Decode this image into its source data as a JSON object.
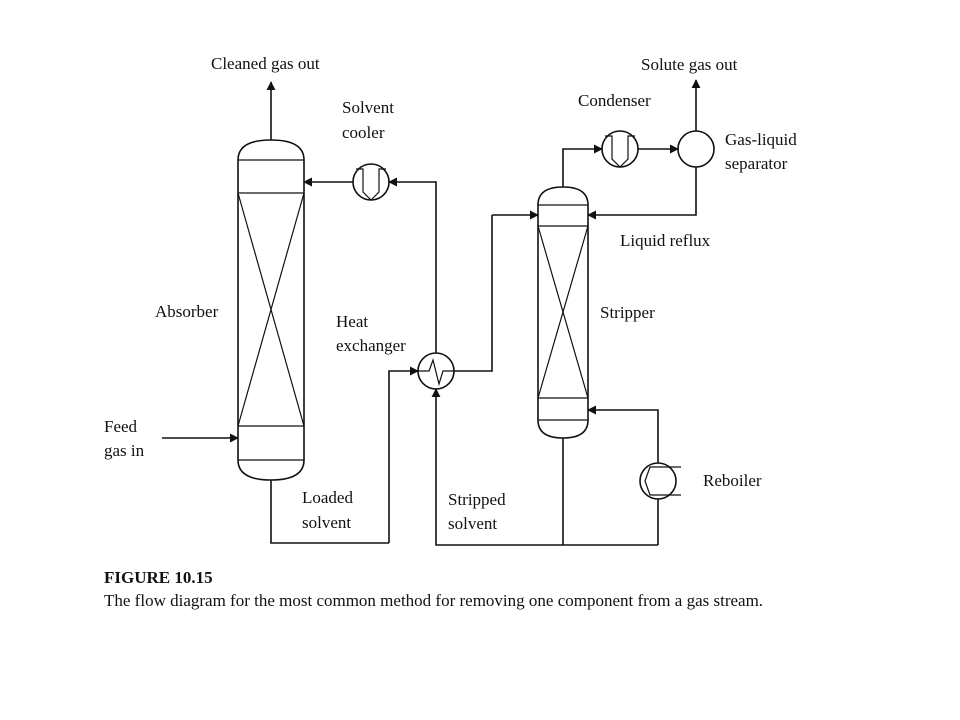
{
  "labels": {
    "cleaned_gas_out": "Cleaned gas out",
    "solvent_cooler_1": "Solvent",
    "solvent_cooler_2": "cooler",
    "absorber": "Absorber",
    "feed_gas_1": "Feed",
    "feed_gas_2": "gas in",
    "heat_exchanger_1": "Heat",
    "heat_exchanger_2": "exchanger",
    "loaded_solvent_1": "Loaded",
    "loaded_solvent_2": "solvent",
    "stripped_solvent_1": "Stripped",
    "stripped_solvent_2": "solvent",
    "solute_gas_out": "Solute gas out",
    "condenser": "Condenser",
    "gas_liquid_separator_1": "Gas-liquid",
    "gas_liquid_separator_2": "separator",
    "liquid_reflux": "Liquid reflux",
    "stripper": "Stripper",
    "reboiler": "Reboiler"
  },
  "caption": {
    "title": "FIGURE 10.15",
    "text": "The flow diagram for the most common method for removing one component from a gas stream."
  }
}
